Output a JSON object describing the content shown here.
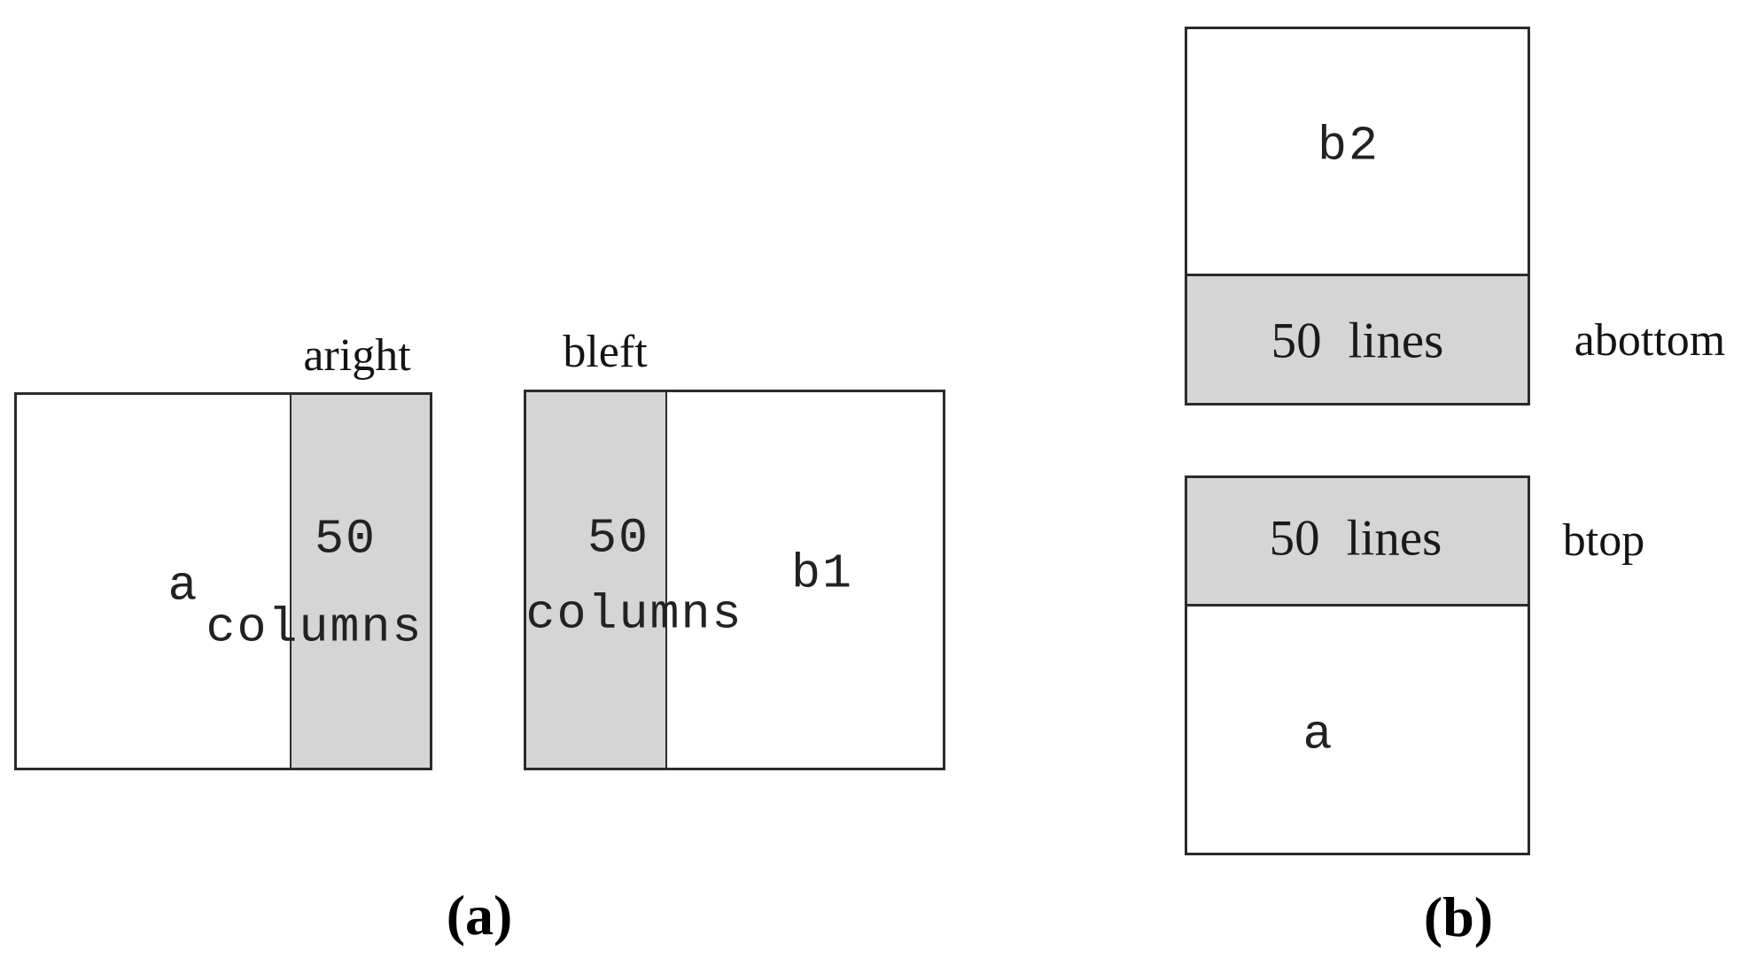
{
  "panel_a": {
    "caption": "(a)",
    "matrix_a": {
      "body_label": "a",
      "region_label": "aright",
      "strip": {
        "value": "50",
        "unit": "columns"
      }
    },
    "matrix_b1": {
      "body_label": "b1",
      "region_label": "bleft",
      "strip": {
        "value": "50",
        "unit": "columns"
      }
    }
  },
  "panel_b": {
    "caption": "(b)",
    "matrix_b2": {
      "body_label": "b2",
      "region_label": "abottom",
      "strip": {
        "value": "50",
        "unit": "lines"
      }
    },
    "matrix_a": {
      "body_label": "a",
      "region_label": "btop",
      "strip": {
        "value": "50",
        "unit": "lines"
      }
    }
  },
  "colors": {
    "strip_fill": "#d5d5d5",
    "border": "#2b2b2b",
    "text": "#1c1c1c",
    "background": "#ffffff"
  }
}
